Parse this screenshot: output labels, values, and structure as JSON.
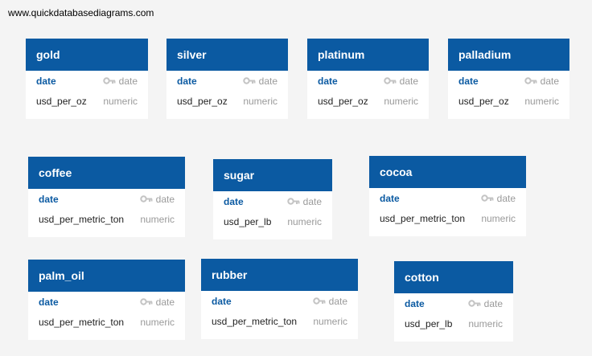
{
  "site": {
    "url": "www.quickdatabasediagrams.com"
  },
  "tables": [
    {
      "name": "gold",
      "columns": [
        {
          "name": "date",
          "type": "date",
          "pk": true
        },
        {
          "name": "usd_per_oz",
          "type": "numeric",
          "pk": false
        }
      ]
    },
    {
      "name": "silver",
      "columns": [
        {
          "name": "date",
          "type": "date",
          "pk": true
        },
        {
          "name": "usd_per_oz",
          "type": "numeric",
          "pk": false
        }
      ]
    },
    {
      "name": "platinum",
      "columns": [
        {
          "name": "date",
          "type": "date",
          "pk": true
        },
        {
          "name": "usd_per_oz",
          "type": "numeric",
          "pk": false
        }
      ]
    },
    {
      "name": "palladium",
      "columns": [
        {
          "name": "date",
          "type": "date",
          "pk": true
        },
        {
          "name": "usd_per_oz",
          "type": "numeric",
          "pk": false
        }
      ]
    },
    {
      "name": "coffee",
      "columns": [
        {
          "name": "date",
          "type": "date",
          "pk": true
        },
        {
          "name": "usd_per_metric_ton",
          "type": "numeric",
          "pk": false
        }
      ]
    },
    {
      "name": "sugar",
      "columns": [
        {
          "name": "date",
          "type": "date",
          "pk": true
        },
        {
          "name": "usd_per_lb",
          "type": "numeric",
          "pk": false
        }
      ]
    },
    {
      "name": "cocoa",
      "columns": [
        {
          "name": "date",
          "type": "date",
          "pk": true
        },
        {
          "name": "usd_per_metric_ton",
          "type": "numeric",
          "pk": false
        }
      ]
    },
    {
      "name": "palm_oil",
      "columns": [
        {
          "name": "date",
          "type": "date",
          "pk": true
        },
        {
          "name": "usd_per_metric_ton",
          "type": "numeric",
          "pk": false
        }
      ]
    },
    {
      "name": "rubber",
      "columns": [
        {
          "name": "date",
          "type": "date",
          "pk": true
        },
        {
          "name": "usd_per_metric_ton",
          "type": "numeric",
          "pk": false
        }
      ]
    },
    {
      "name": "cotton",
      "columns": [
        {
          "name": "date",
          "type": "date",
          "pk": true
        },
        {
          "name": "usd_per_lb",
          "type": "numeric",
          "pk": false
        }
      ]
    }
  ]
}
